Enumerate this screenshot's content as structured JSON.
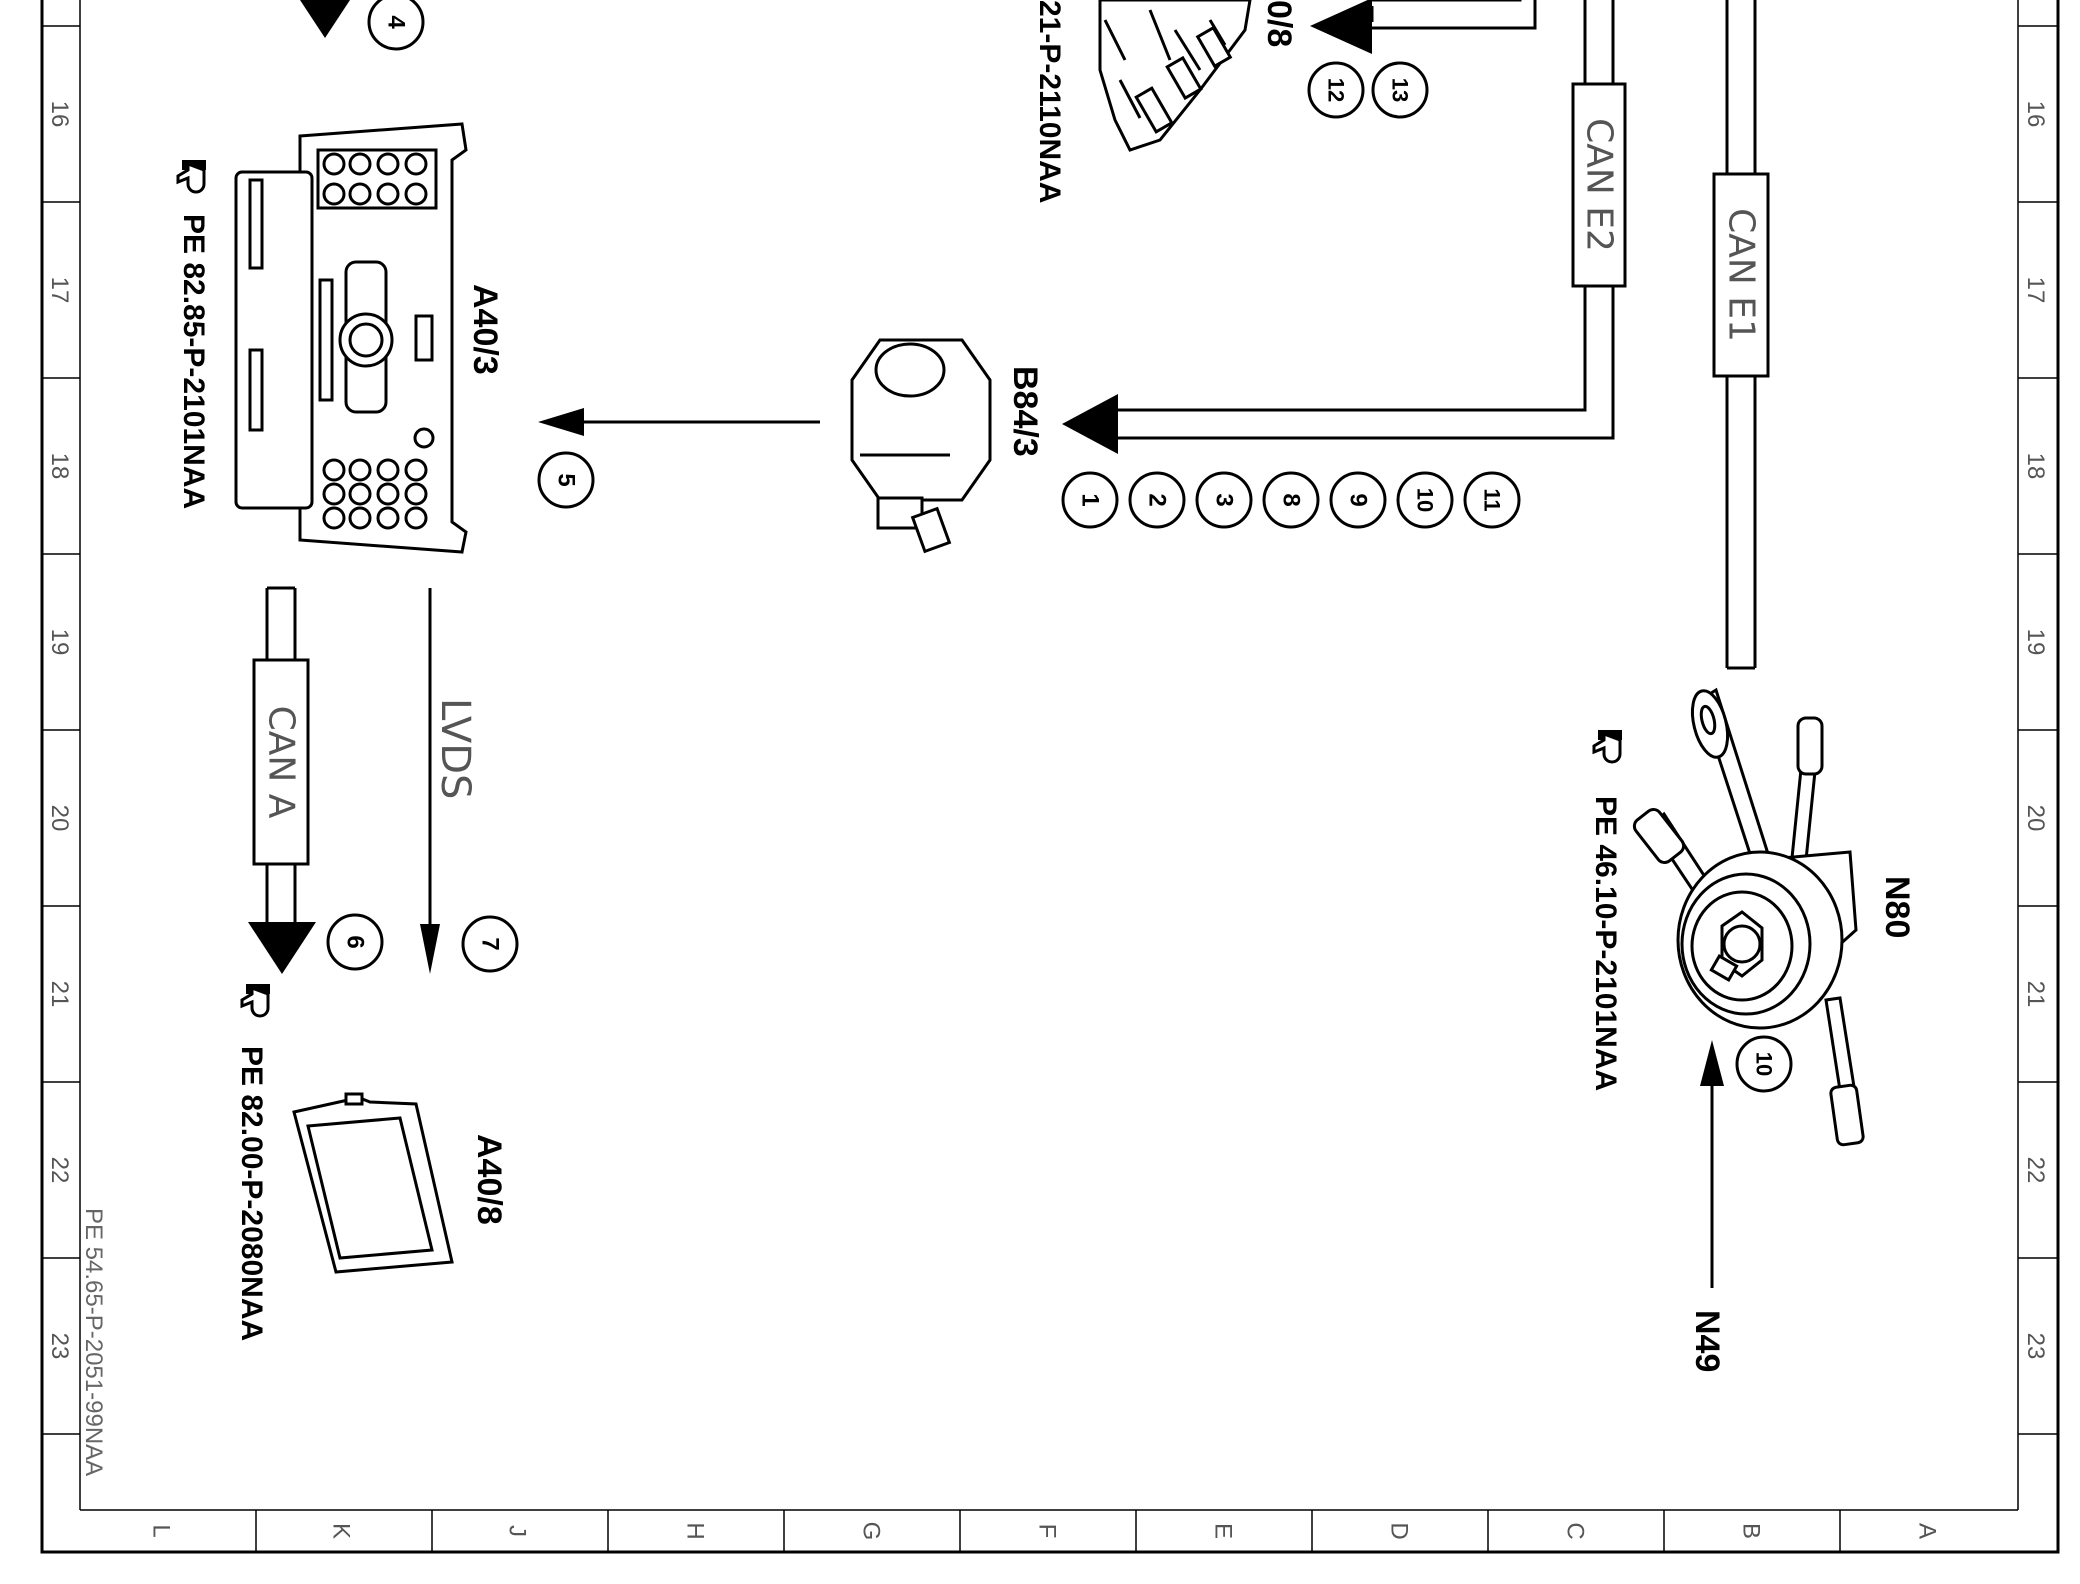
{
  "frame": {
    "row_numbers": [
      "16",
      "17",
      "18",
      "19",
      "20",
      "21",
      "22",
      "23"
    ],
    "column_letters": [
      "L",
      "K",
      "J",
      "H",
      "G",
      "F",
      "E",
      "D",
      "C",
      "B",
      "A"
    ]
  },
  "document_reference": "PE 54.65-P-2051-99NAA",
  "components": {
    "a40_3": {
      "id": "A40/3",
      "reference": "PE 82.85-P-2101NAA"
    },
    "a40_8": {
      "id": "A40/8",
      "reference": "PE 82.00-P-2080NAA"
    },
    "b84_3": {
      "id": "B84/3"
    },
    "n80": {
      "id": "N80",
      "reference": "PE 46.10-P-2101NAA"
    },
    "n49": {
      "id": "N49"
    },
    "top_partial": {
      "id": "0/8",
      "reference": "21-P-2110NAA"
    }
  },
  "buses": {
    "can_a": "CAN A",
    "can_e1": "CAN E1",
    "can_e2": "CAN E2",
    "lvds": "LVDS"
  },
  "callouts": {
    "c1": "1",
    "c2": "2",
    "c3": "3",
    "c4": "4",
    "c5": "5",
    "c6": "6",
    "c7": "7",
    "c8": "8",
    "c9": "9",
    "c10a": "10",
    "c10b": "10",
    "c11": "11",
    "c12": "12",
    "c13": "13"
  },
  "icons": {
    "reference": "pointing-hand-icon"
  }
}
